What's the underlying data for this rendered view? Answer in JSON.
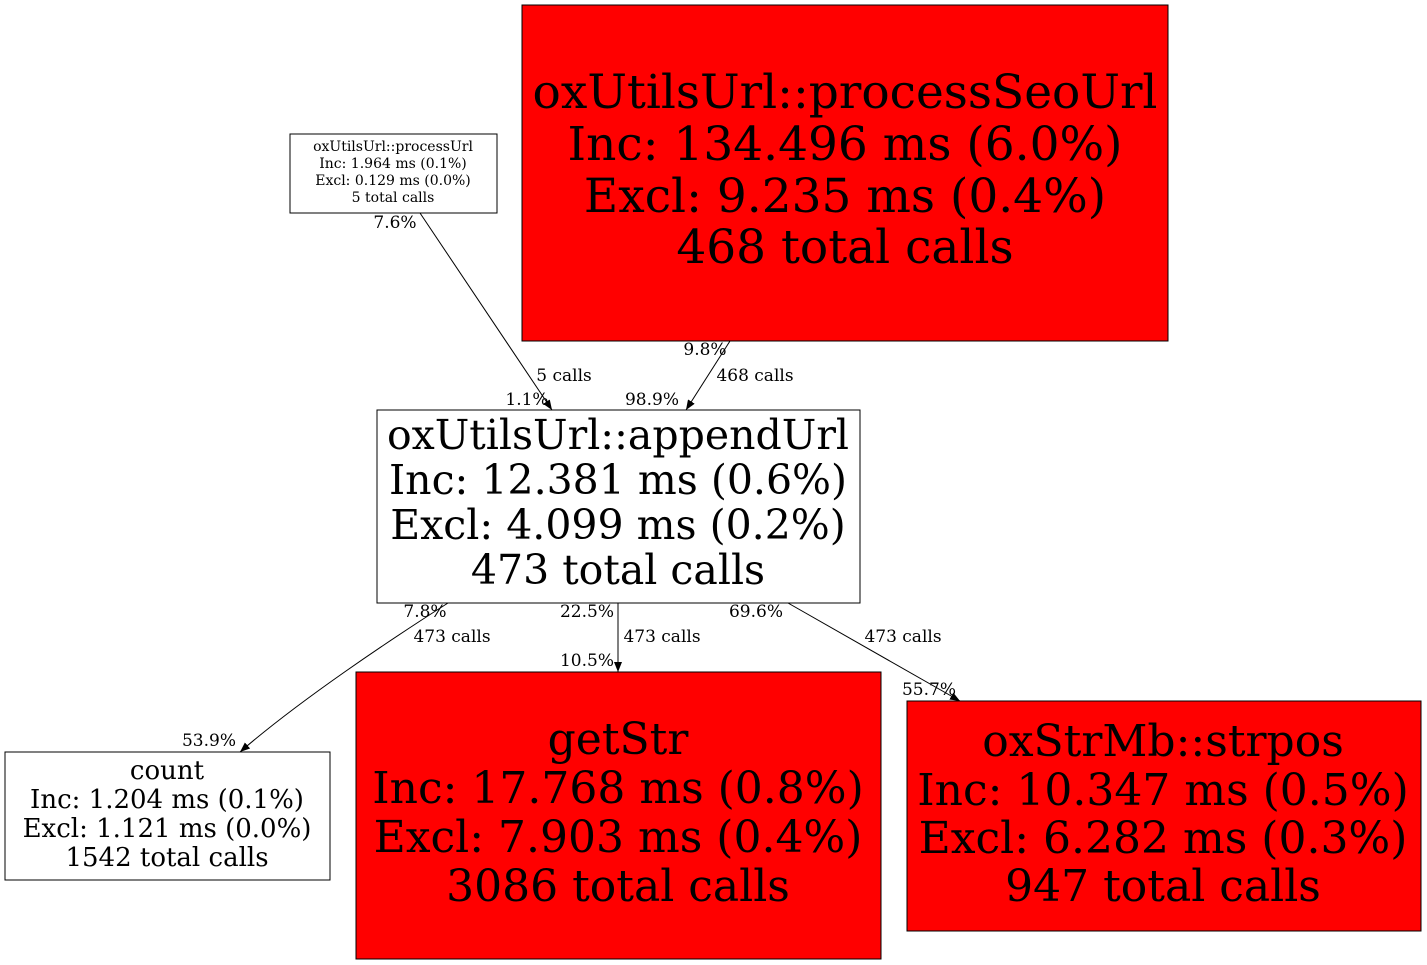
{
  "colors": {
    "hot": "#ff0000",
    "normal": "#ffffff",
    "stroke": "#000000"
  },
  "nodes": {
    "processUrl": {
      "hot": false,
      "lines": [
        "oxUtilsUrl::processUrl",
        "Inc: 1.964 ms (0.1%)",
        "Excl: 0.129 ms (0.0%)",
        "5 total calls"
      ]
    },
    "processSeoUrl": {
      "hot": true,
      "lines": [
        "oxUtilsUrl::processSeoUrl",
        "Inc: 134.496 ms (6.0%)",
        "Excl: 9.235 ms (0.4%)",
        "468 total calls"
      ]
    },
    "appendUrl": {
      "hot": false,
      "lines": [
        "oxUtilsUrl::appendUrl",
        "Inc: 12.381 ms (0.6%)",
        "Excl: 4.099 ms (0.2%)",
        "473 total calls"
      ]
    },
    "count": {
      "hot": false,
      "lines": [
        "count",
        "Inc: 1.204 ms (0.1%)",
        "Excl: 1.121 ms (0.0%)",
        "1542 total calls"
      ]
    },
    "getStr": {
      "hot": true,
      "lines": [
        "getStr",
        "Inc: 17.768 ms (0.8%)",
        "Excl: 7.903 ms (0.4%)",
        "3086 total calls"
      ]
    },
    "strpos": {
      "hot": true,
      "lines": [
        "oxStrMb::strpos",
        "Inc: 10.347 ms (0.5%)",
        "Excl: 6.282 ms (0.3%)",
        "947 total calls"
      ]
    }
  },
  "edges": {
    "processUrl_appendUrl": {
      "from": "processUrl",
      "to": "appendUrl",
      "tail": "7.6%",
      "label": "5 calls",
      "head": "1.1%"
    },
    "processSeoUrl_appendUrl": {
      "from": "processSeoUrl",
      "to": "appendUrl",
      "tail": "9.8%",
      "label": "468 calls",
      "head": "98.9%"
    },
    "appendUrl_count": {
      "from": "appendUrl",
      "to": "count",
      "tail": "7.8%",
      "label": "473 calls",
      "head": "53.9%"
    },
    "appendUrl_getStr": {
      "from": "appendUrl",
      "to": "getStr",
      "tail": "22.5%",
      "label": "473 calls",
      "head": "10.5%"
    },
    "appendUrl_strpos": {
      "from": "appendUrl",
      "to": "strpos",
      "tail": "69.6%",
      "label": "473 calls",
      "head": "55.7%"
    }
  }
}
